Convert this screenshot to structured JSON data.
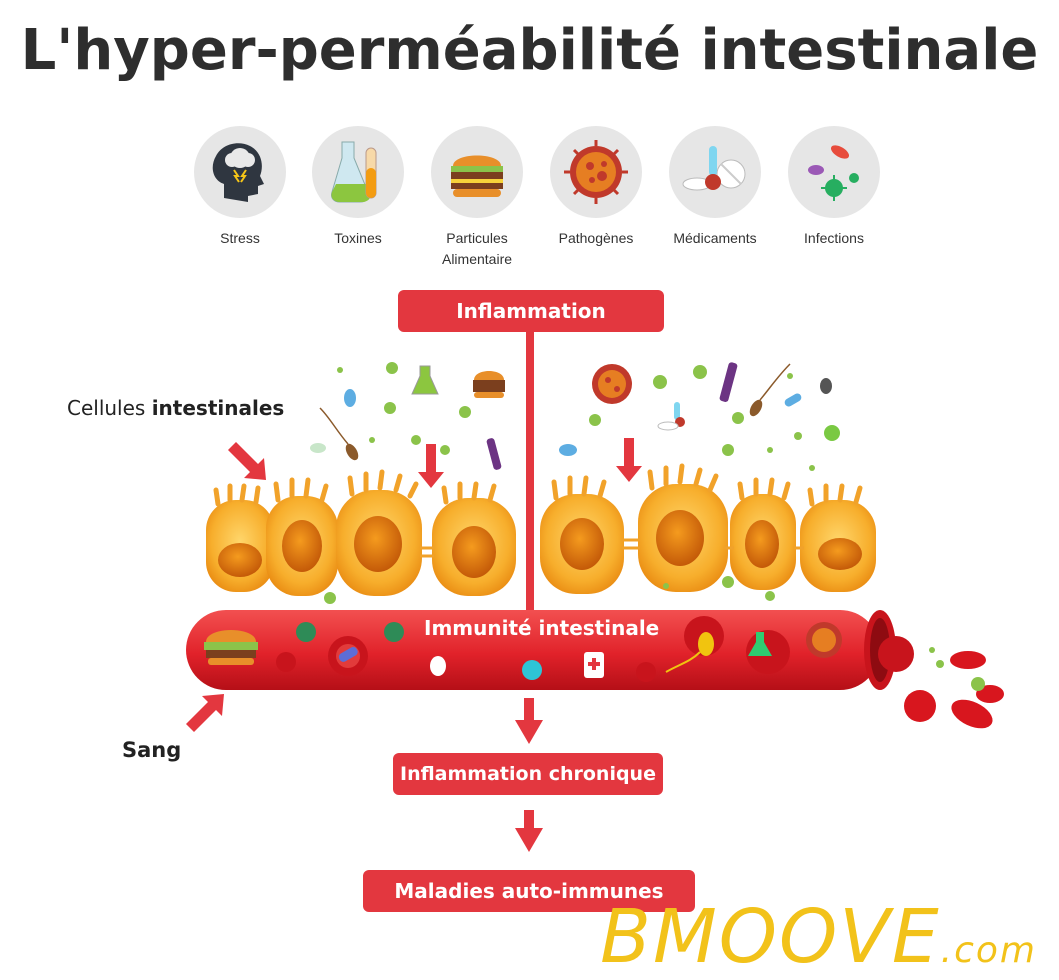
{
  "title": "L'hyper-perméabilité intestinale",
  "factors": [
    {
      "label": "Stress",
      "icon": "head-stress-icon"
    },
    {
      "label": "Toxines",
      "icon": "test-tubes-icon"
    },
    {
      "label": "Particules Alimentaire",
      "icon": "burger-icon"
    },
    {
      "label": "Pathogènes",
      "icon": "virus-icon"
    },
    {
      "label": "Médicaments",
      "icon": "pills-icon"
    },
    {
      "label": "Infections",
      "icon": "bacteria-icon"
    }
  ],
  "boxes": {
    "inflammation": "Inflammation",
    "chronic": "Inflammation chronique",
    "autoimmune": "Maladies auto-immunes"
  },
  "vessel_label": "Immunité intestinale",
  "cells_label_plain": "Cellules ",
  "cells_label_bold": "intestinales",
  "blood_label": "Sang",
  "brand": {
    "main": "BMOOVE",
    "suffix": ".com"
  },
  "colors": {
    "accent": "#e3373f",
    "cell": "#f5a823",
    "brand": "#f2c21a"
  }
}
